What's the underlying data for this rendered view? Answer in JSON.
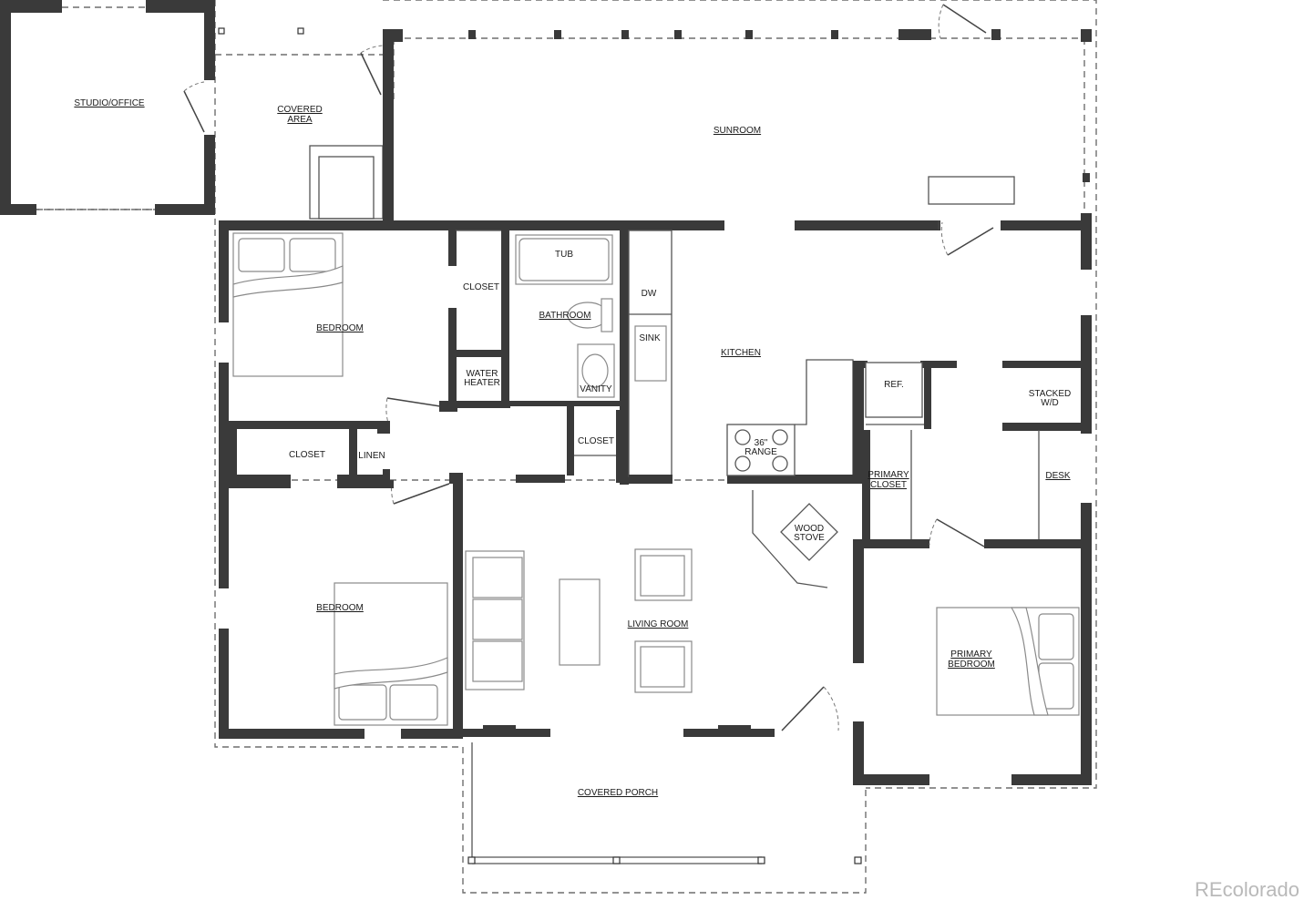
{
  "rooms": {
    "studio": "STUDIO/OFFICE",
    "covered_area_1": "COVERED",
    "covered_area_2": "AREA",
    "sunroom": "SUNROOM",
    "tub": "TUB",
    "closet_a": "CLOSET",
    "bathroom": "BATHROOM",
    "dw": "DW",
    "sink": "SINK",
    "kitchen": "KITCHEN",
    "bedroom_1": "BEDROOM",
    "water_heater_1": "WATER",
    "water_heater_2": "HEATER",
    "vanity": "VANITY",
    "ref": "REF.",
    "stacked_wd_1": "STACKED",
    "stacked_wd_2": "W/D",
    "closet_b": "CLOSET",
    "linen": "LINEN",
    "closet_c": "CLOSET",
    "range_1": "36\"",
    "range_2": "RANGE",
    "primary_closet_1": "PRIMARY",
    "primary_closet_2": "CLOSET",
    "desk": "DESK",
    "wood_stove_1": "WOOD",
    "wood_stove_2": "STOVE",
    "bedroom_2": "BEDROOM",
    "living_room": "LIVING ROOM",
    "primary_bedroom_1": "PRIMARY",
    "primary_bedroom_2": "BEDROOM",
    "covered_porch": "COVERED PORCH"
  },
  "watermark": "REcolorado"
}
